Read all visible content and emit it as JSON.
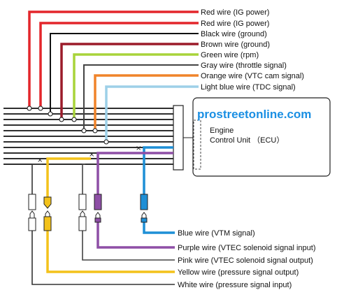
{
  "wires": [
    {
      "key": "red1",
      "label": "Red wire (IG power)",
      "color": "#e3262b"
    },
    {
      "key": "red2",
      "label": "Red wire (IG power)",
      "color": "#e3262b"
    },
    {
      "key": "black",
      "label": "Black wire (ground)",
      "color": "#000000"
    },
    {
      "key": "brown",
      "label": "Brown wire (ground)",
      "color": "#9b1b2a"
    },
    {
      "key": "green",
      "label": "Green wire (rpm)",
      "color": "#a8d43a"
    },
    {
      "key": "gray",
      "label": "Gray wire (throttle signal)",
      "color": "#555555"
    },
    {
      "key": "orange",
      "label": "Orange wire (VTC cam signal)",
      "color": "#f0842a"
    },
    {
      "key": "lightblue",
      "label": "Light blue wire (TDC signal)",
      "color": "#9dd0e8"
    },
    {
      "key": "blue",
      "label": "Blue wire (VTM signal)",
      "color": "#1e8fd6"
    },
    {
      "key": "purple",
      "label": "Purple wire (VTEC solenoid signal input)",
      "color": "#8e4fa6"
    },
    {
      "key": "pink",
      "label": "Pink wire (VTEC solenoid signal output)",
      "color": "#555555"
    },
    {
      "key": "yellow",
      "label": "Yellow wire (pressure signal output)",
      "color": "#f3c21b"
    },
    {
      "key": "white",
      "label": "White wire (pressure signal input)",
      "color": "#333333"
    }
  ],
  "ecu": {
    "line1": "Engine",
    "line2": "Control Unit （ECU）"
  },
  "watermark": "prostreetonline.com",
  "cut_mark": "×"
}
